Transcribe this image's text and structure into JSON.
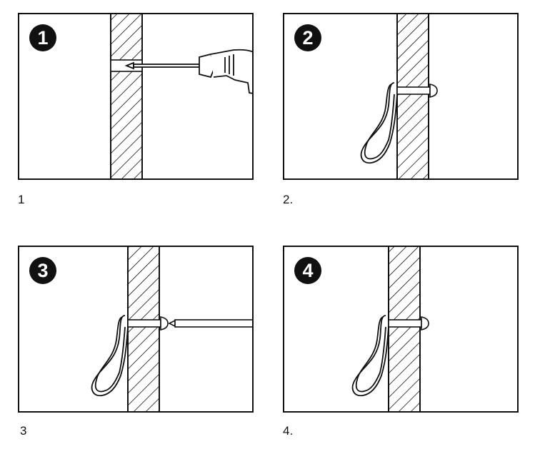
{
  "steps": [
    {
      "badge": "1",
      "caption": "1"
    },
    {
      "badge": "2",
      "caption": "2."
    },
    {
      "badge": "3",
      "caption": "3"
    },
    {
      "badge": "4",
      "caption": "4."
    }
  ],
  "colors": {
    "ink": "#111111",
    "wall_hatch": "#111111",
    "background": "#ffffff"
  },
  "icons": [
    "drill-icon",
    "anchor-hook-icon",
    "screw-rod-icon"
  ]
}
